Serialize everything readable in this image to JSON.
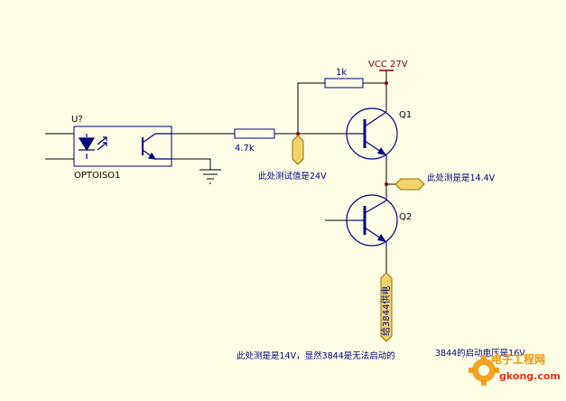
{
  "components": {
    "opto": {
      "designator": "U?",
      "part": "OPTOISO1"
    },
    "r_base": {
      "value": "4.7k"
    },
    "r_feedback": {
      "value": "1k"
    },
    "q1": {
      "designator": "Q1"
    },
    "q2": {
      "designator": "Q2"
    },
    "vcc": {
      "label": "VCC 27V"
    },
    "ic_supply": {
      "label": "给3844供电"
    }
  },
  "annotations": {
    "node_24v": "此处测试值是24V",
    "node_14_4v": "此处测是是14.4V",
    "bottom_note": "此处测是是14V，显然3844是无法启动的",
    "bottom_note_2": "3844的启动电压是16V"
  },
  "watermark": {
    "text": "电子工程网",
    "url": "gkong.com"
  },
  "colors": {
    "background": "#fefee6",
    "wire": "#000000",
    "component": "#000080",
    "port_fill": "#f2d36b",
    "port_stroke": "#8a6d00",
    "power": "#7a0000",
    "wire_nodes": "#8b0000",
    "watermark_orange": "#f29400",
    "watermark_red": "#e0301e"
  }
}
